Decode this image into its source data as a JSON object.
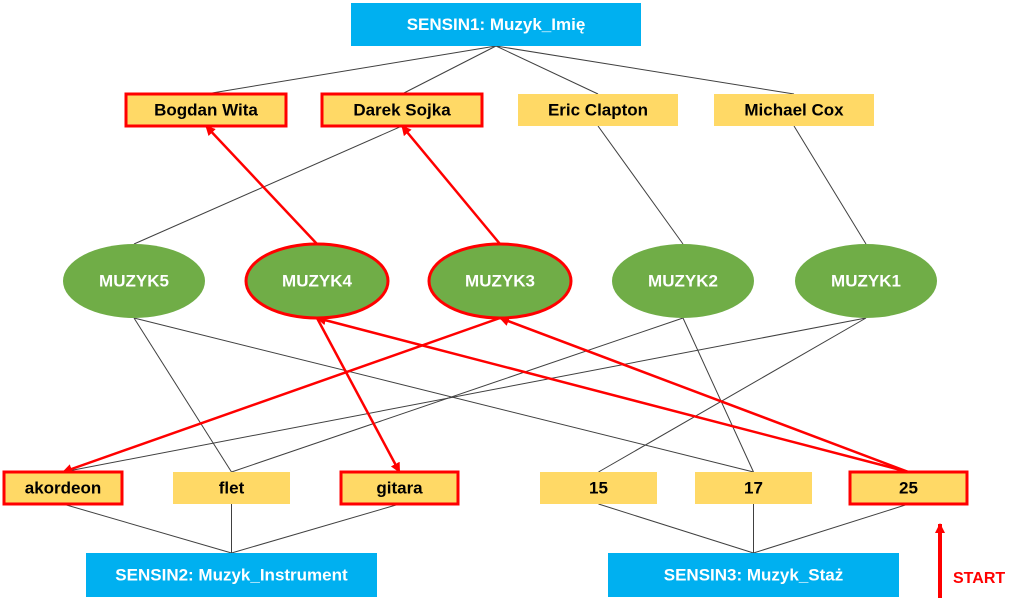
{
  "colors": {
    "sensin": "#00b0f0",
    "value": "#ffd966",
    "muzyk": "#70ad47",
    "highlight": "#ff0000",
    "line": "#404040",
    "white": "#ffffff",
    "dark": "#000000"
  },
  "sensins": [
    {
      "id": "s1",
      "label": "SENSIN1: Muzyk_Imię"
    },
    {
      "id": "s2",
      "label": "SENSIN2: Muzyk_Instrument"
    },
    {
      "id": "s3",
      "label": "SENSIN3: Muzyk_Staż"
    }
  ],
  "values": [
    {
      "id": "bogdan",
      "label": "Bogdan Wita",
      "highlighted": true
    },
    {
      "id": "darek",
      "label": "Darek Sojka",
      "highlighted": true
    },
    {
      "id": "eric",
      "label": "Eric Clapton",
      "highlighted": false
    },
    {
      "id": "michael",
      "label": "Michael Cox",
      "highlighted": false
    },
    {
      "id": "akordeon",
      "label": "akordeon",
      "highlighted": true
    },
    {
      "id": "flet",
      "label": "flet",
      "highlighted": false
    },
    {
      "id": "gitara",
      "label": "gitara",
      "highlighted": true
    },
    {
      "id": "v15",
      "label": "15",
      "highlighted": false
    },
    {
      "id": "v17",
      "label": "17",
      "highlighted": false
    },
    {
      "id": "v25",
      "label": "25",
      "highlighted": true
    }
  ],
  "muzyks": [
    {
      "id": "m5",
      "label": "MUZYK5",
      "highlighted": false
    },
    {
      "id": "m4",
      "label": "MUZYK4",
      "highlighted": true
    },
    {
      "id": "m3",
      "label": "MUZYK3",
      "highlighted": true
    },
    {
      "id": "m2",
      "label": "MUZYK2",
      "highlighted": false
    },
    {
      "id": "m1",
      "label": "MUZYK1",
      "highlighted": false
    }
  ],
  "edges": [
    [
      "s1",
      "bogdan"
    ],
    [
      "s1",
      "darek"
    ],
    [
      "s1",
      "eric"
    ],
    [
      "s1",
      "michael"
    ],
    [
      "s2",
      "akordeon"
    ],
    [
      "s2",
      "flet"
    ],
    [
      "s2",
      "gitara"
    ],
    [
      "s3",
      "v15"
    ],
    [
      "s3",
      "v17"
    ],
    [
      "s3",
      "v25"
    ],
    [
      "darek",
      "m5"
    ],
    [
      "eric",
      "m2"
    ],
    [
      "michael",
      "m1"
    ],
    [
      "m5",
      "flet"
    ],
    [
      "m5",
      "v17"
    ],
    [
      "m2",
      "flet"
    ],
    [
      "m2",
      "v17"
    ],
    [
      "m1",
      "akordeon"
    ],
    [
      "m1",
      "v15"
    ]
  ],
  "activation_arrows": [
    [
      "v25",
      "m4"
    ],
    [
      "v25",
      "m3"
    ],
    [
      "m4",
      "bogdan"
    ],
    [
      "m3",
      "darek"
    ],
    [
      "m4",
      "gitara"
    ],
    [
      "m3",
      "akordeon"
    ]
  ],
  "start_label": "START"
}
